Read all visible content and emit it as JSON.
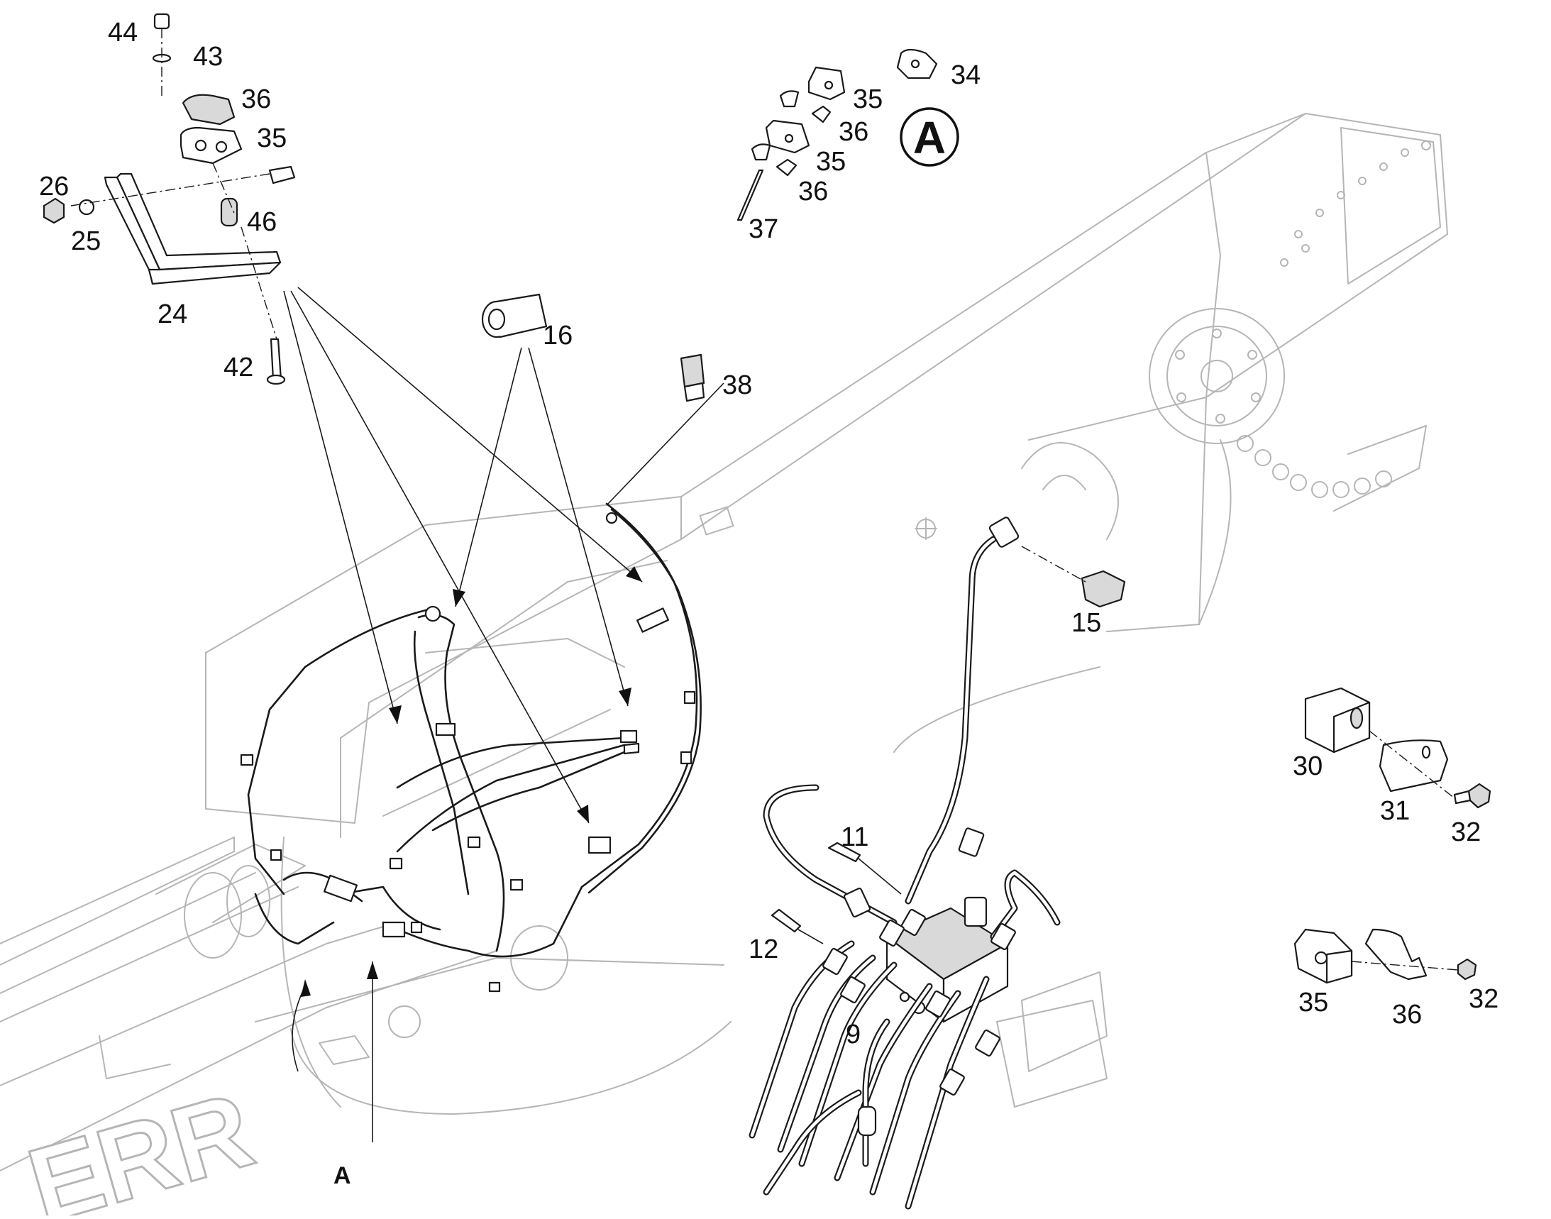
{
  "callouts": {
    "c44": "44",
    "c43": "43",
    "c36a": "36",
    "c35a": "35",
    "c26": "26",
    "c25": "25",
    "c46": "46",
    "c24": "24",
    "c42": "42",
    "c16": "16",
    "c38": "38",
    "c34": "34",
    "c35b": "35",
    "c36b": "36",
    "c35c": "35",
    "c36c": "36",
    "c37": "37",
    "c15": "15",
    "c30": "30",
    "c31": "31",
    "c32a": "32",
    "c11": "11",
    "c12": "12",
    "c9": "9",
    "c35d": "35",
    "c36d": "36",
    "c32b": "32"
  },
  "detail": {
    "mark": "A",
    "pointer_label": "A"
  },
  "background": {
    "brand_text": "ERR"
  }
}
